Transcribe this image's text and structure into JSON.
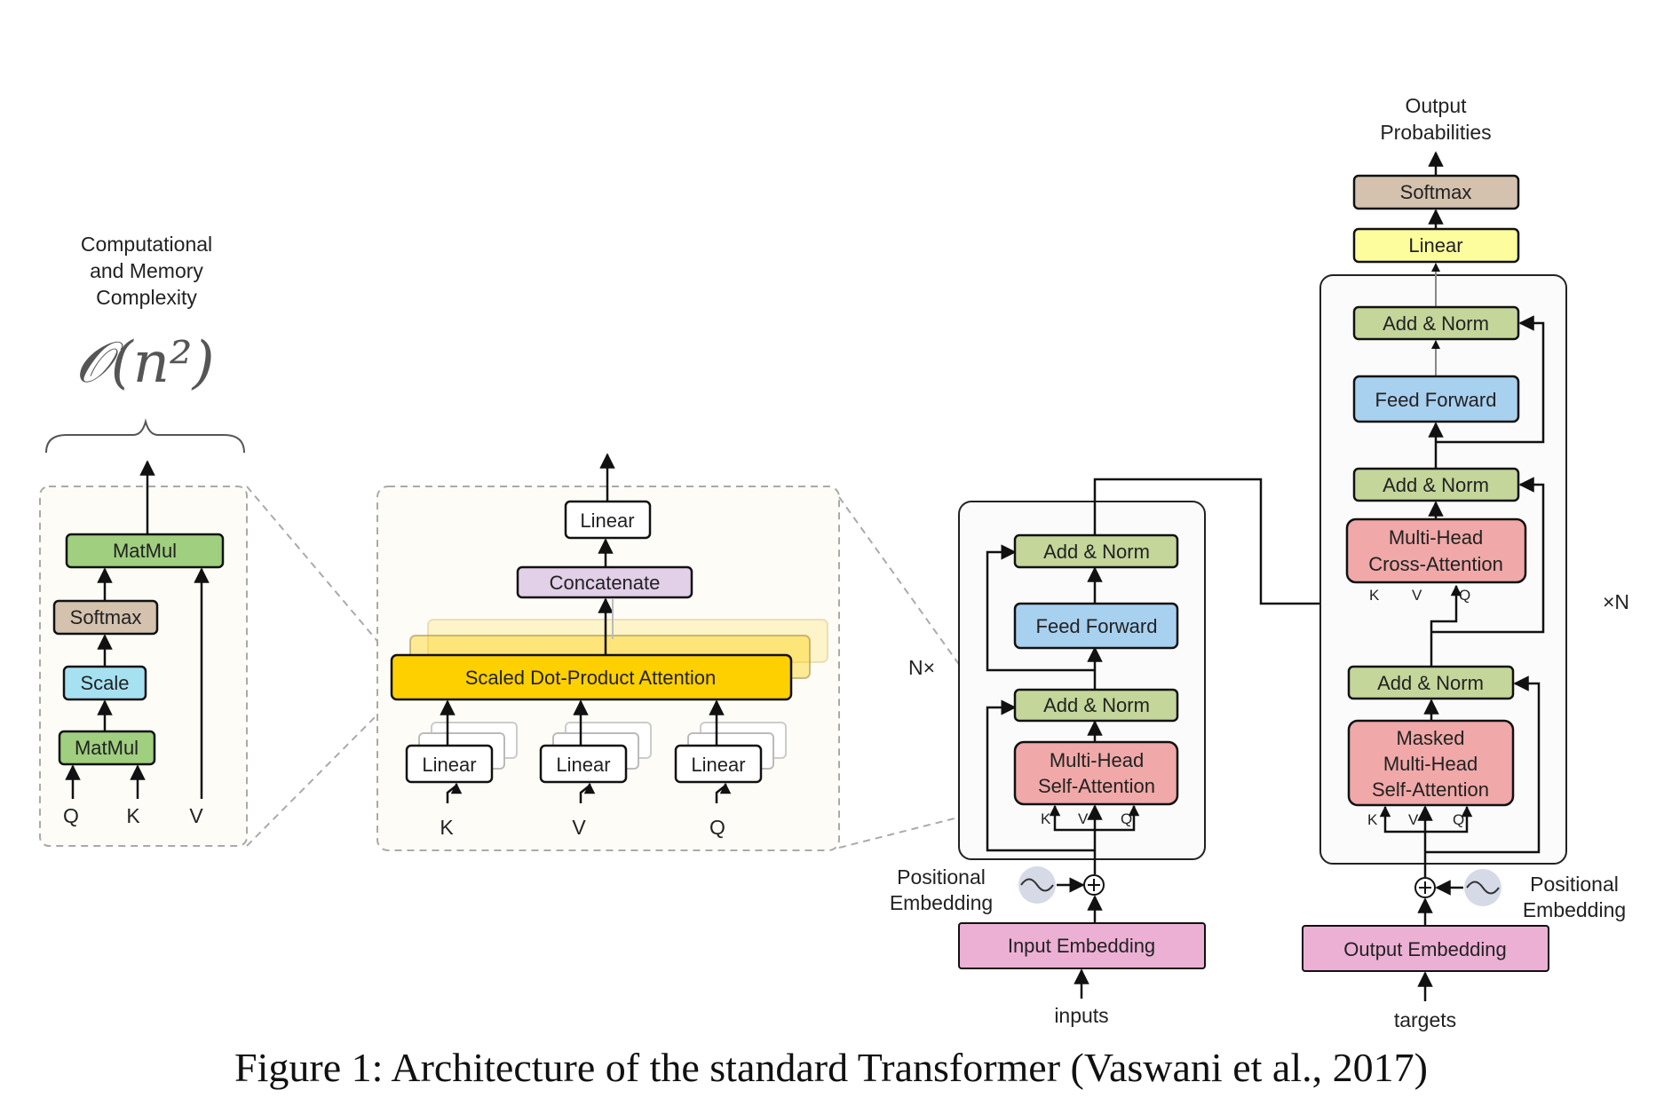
{
  "caption": "Figure 1: Architecture of the standard Transformer (Vaswani et al., 2017)",
  "complexity": {
    "label_lines": [
      "Computational",
      "and Memory",
      "Complexity"
    ],
    "formula": "𝒪(n²)"
  },
  "attention_panel": {
    "matmul_top": "MatMul",
    "softmax": "Softmax",
    "scale": "Scale",
    "matmul_bottom": "MatMul",
    "q": "Q",
    "k": "K",
    "v": "V"
  },
  "multihead_panel": {
    "linear_out": "Linear",
    "concatenate": "Concatenate",
    "sdpa": "Scaled Dot-Product Attention",
    "linear_k": "Linear",
    "linear_v": "Linear",
    "linear_q": "Linear",
    "k": "K",
    "v": "V",
    "q": "Q"
  },
  "encoder": {
    "nx": "N×",
    "add_norm_top": "Add & Norm",
    "feed_forward": "Feed Forward",
    "add_norm_bottom": "Add & Norm",
    "mha_lines": [
      "Multi-Head",
      "Self-Attention"
    ],
    "k": "K",
    "v": "V",
    "q": "Q",
    "pos_embedding_lines": [
      "Positional",
      "Embedding"
    ],
    "input_embedding": "Input Embedding",
    "inputs": "inputs"
  },
  "decoder": {
    "output_probs_lines": [
      "Output",
      "Probabilities"
    ],
    "softmax": "Softmax",
    "linear": "Linear",
    "add_norm_top": "Add & Norm",
    "feed_forward": "Feed Forward",
    "add_norm_mid": "Add & Norm",
    "cross_attention_lines": [
      "Multi-Head",
      "Cross-Attention"
    ],
    "add_norm_bottom": "Add & Norm",
    "masked_lines": [
      "Masked",
      "Multi-Head",
      "Self-Attention"
    ],
    "xn": "×N",
    "cross_k": "K",
    "cross_v": "V",
    "cross_q": "Q",
    "self_k": "K",
    "self_v": "V",
    "self_q": "Q",
    "pos_embedding_lines": [
      "Positional",
      "Embedding"
    ],
    "output_embedding": "Output Embedding",
    "targets": "targets"
  },
  "colors": {
    "green": "#c4d69a",
    "green_dark": "#9fcf7f",
    "blue": "#a8d0ef",
    "cyan": "#a6e1f2",
    "pink": "#f0a8a8",
    "magenta": "#ecb0d5",
    "tan": "#d4c2ae",
    "yellow": "#fdfd9d",
    "gold": "#ffd000",
    "lavender": "#e2cfe8",
    "panel": "#fdfcf7"
  }
}
